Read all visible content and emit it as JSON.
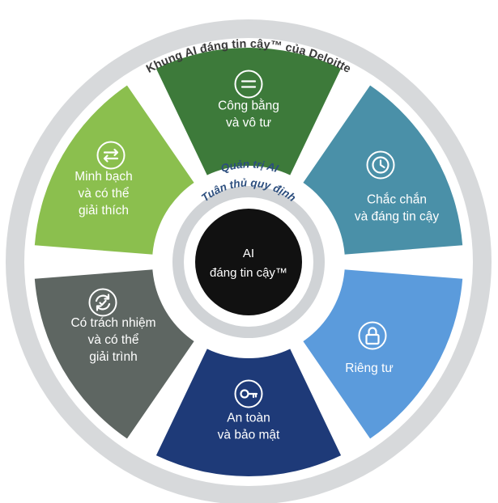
{
  "framework": {
    "title": "Khung AI đáng tin cậy™ của Deloitte",
    "governance_label": "Quản trị AI",
    "compliance_label": "Tuân thủ quy định",
    "center": {
      "line1": "AI",
      "line2": "đáng tin cậy™"
    }
  },
  "segments": [
    {
      "lines": [
        "Công bằng",
        "và vô tư"
      ],
      "color": "#3d7a3a",
      "icon": "equals-icon"
    },
    {
      "lines": [
        "Chắc chắn",
        "và đáng tin cậy"
      ],
      "color": "#4a90a8",
      "icon": "clock-icon"
    },
    {
      "lines": [
        "Riêng tư"
      ],
      "color": "#5b9bdc",
      "icon": "lock-icon"
    },
    {
      "lines": [
        "An toàn",
        "và bảo mật"
      ],
      "color": "#1e3a78",
      "icon": "key-icon"
    },
    {
      "lines": [
        "Có trách nhiệm",
        "và có thể",
        "giải trình"
      ],
      "color": "#5e6662",
      "icon": "refresh-check-icon"
    },
    {
      "lines": [
        "Minh bạch",
        "và có thể",
        "giải thích"
      ],
      "color": "#8bbf4e",
      "icon": "swap-arrows-icon"
    }
  ]
}
